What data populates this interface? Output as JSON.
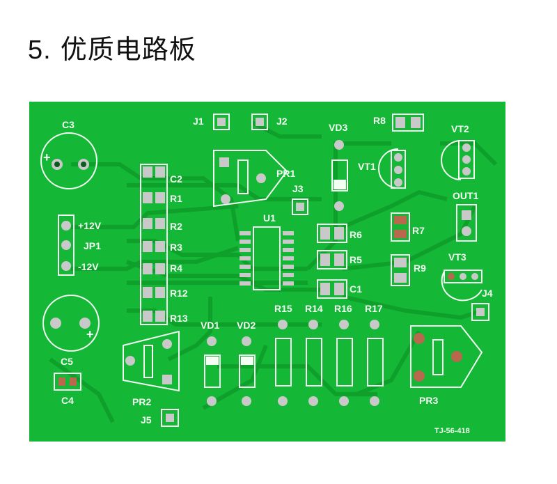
{
  "heading": {
    "number": "5.",
    "title": "优质电路板"
  },
  "colors": {
    "board": "#14b836",
    "trace": "#0fa02c",
    "silkscreen": "#f2fff2",
    "pad": "#c9c9c9",
    "copper": "#b8684d"
  },
  "labels": {
    "c3": "C3",
    "c5": "C5",
    "c4": "C4",
    "c2": "C2",
    "c1": "C1",
    "j1": "J1",
    "j2": "J2",
    "j3": "J3",
    "j4": "J4",
    "j5": "J5",
    "pr1": "PR1",
    "pr2": "PR2",
    "pr3": "PR3",
    "u1": "U1",
    "vd1": "VD1",
    "vd2": "VD2",
    "vd3": "VD3",
    "vt1": "VT1",
    "vt2": "VT2",
    "vt3": "VT3",
    "out1": "OUT1",
    "jp1": "JP1",
    "p12": "+12V",
    "m12": "-12V",
    "r1": "R1",
    "r2": "R2",
    "r3": "R3",
    "r4": "R4",
    "r5": "R5",
    "r6": "R6",
    "r7": "R7",
    "r8": "R8",
    "r9": "R9",
    "r12": "R12",
    "r13": "R13",
    "r14": "R14",
    "r15": "R15",
    "r16": "R16",
    "r17": "R17",
    "plus1": "+",
    "plus2": "+",
    "code": "TJ-56-418"
  }
}
